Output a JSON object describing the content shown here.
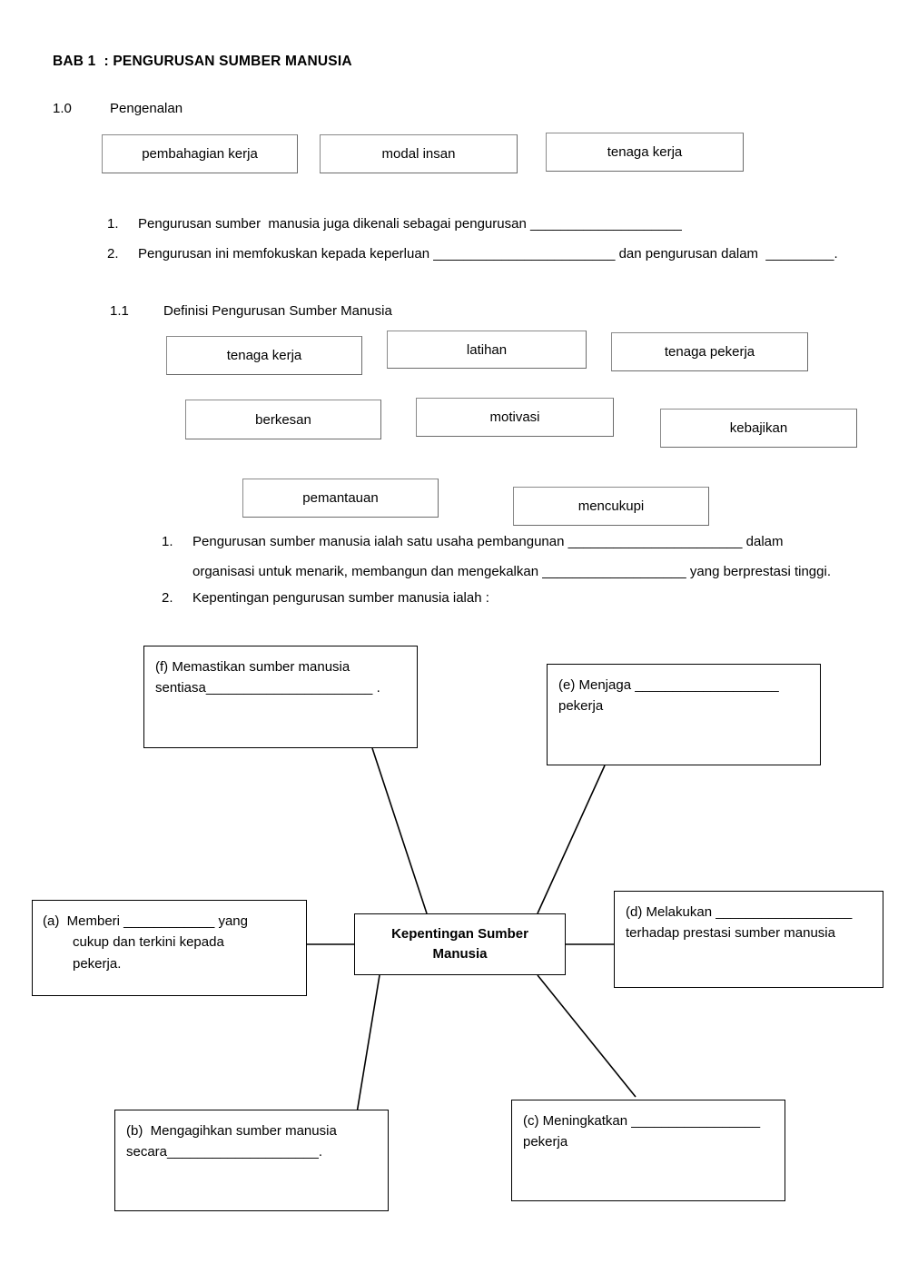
{
  "document": {
    "title": "BAB 1  : PENGURUSAN SUMBER MANUSIA"
  },
  "section_1_0": {
    "number": "1.0",
    "label": "Pengenalan",
    "word_bank": [
      {
        "text": "pembahagian kerja"
      },
      {
        "text": "modal insan"
      },
      {
        "text": "tenaga kerja"
      }
    ],
    "questions": [
      {
        "num": "1.",
        "text": "Pengurusan sumber  manusia juga dikenali sebagai pengurusan ____________________"
      },
      {
        "num": "2.",
        "text": "Pengurusan ini memfokuskan kepada keperluan ________________________ dan pengurusan dalam  _________."
      }
    ]
  },
  "section_1_1": {
    "number": "1.1",
    "label": "Definisi Pengurusan Sumber Manusia",
    "word_bank": [
      {
        "text": "tenaga kerja"
      },
      {
        "text": "latihan"
      },
      {
        "text": "tenaga pekerja"
      },
      {
        "text": "berkesan"
      },
      {
        "text": "motivasi"
      },
      {
        "text": "kebajikan"
      },
      {
        "text": "pemantauan"
      },
      {
        "text": "mencukupi"
      }
    ],
    "questions": [
      {
        "num": "1.",
        "line1": "Pengurusan sumber manusia ialah satu usaha pembangunan _______________________ dalam",
        "line2": "organisasi untuk menarik, membangun dan mengekalkan ___________________ yang berprestasi tinggi."
      },
      {
        "num": "2.",
        "line1": "Kepentingan pengurusan sumber manusia ialah :"
      }
    ]
  },
  "mind_map": {
    "center": "Kepentingan Sumber\nManusia",
    "nodes": [
      {
        "key": "a",
        "text": "(a)  Memberi ____________ yang\ncukup dan terkini kepada\npekerja."
      },
      {
        "key": "b",
        "text": "(b)  Mengagihkan sumber manusia\nsecara____________________."
      },
      {
        "key": "c",
        "text": "(c) Meningkatkan _________________\npekerja"
      },
      {
        "key": "d",
        "text": "(d) Melakukan __________________\nterhadap prestasi sumber manusia"
      },
      {
        "key": "e",
        "text": "(e) Menjaga ___________________\npekerja"
      },
      {
        "key": "f",
        "text": "(f) Memastikan sumber manusia\nsentiasa______________________ ."
      }
    ]
  }
}
